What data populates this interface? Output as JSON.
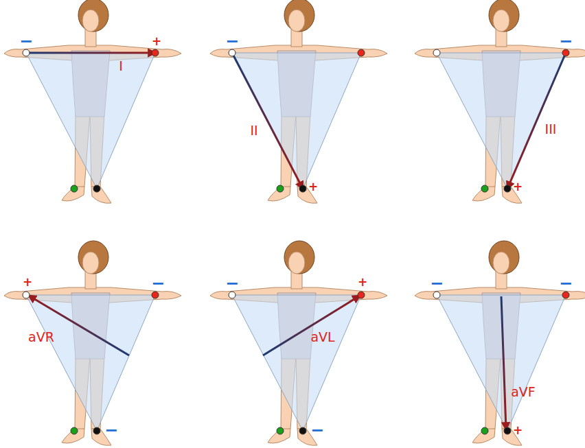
{
  "diagram": {
    "labels": [
      "−",
      "+",
      "I",
      "−",
      "II",
      "+",
      "−",
      "III",
      "+",
      "+",
      "−",
      "aVR",
      "−",
      "−",
      "+",
      "aVL",
      "−",
      "−",
      "−",
      "aVF",
      "+"
    ]
  }
}
